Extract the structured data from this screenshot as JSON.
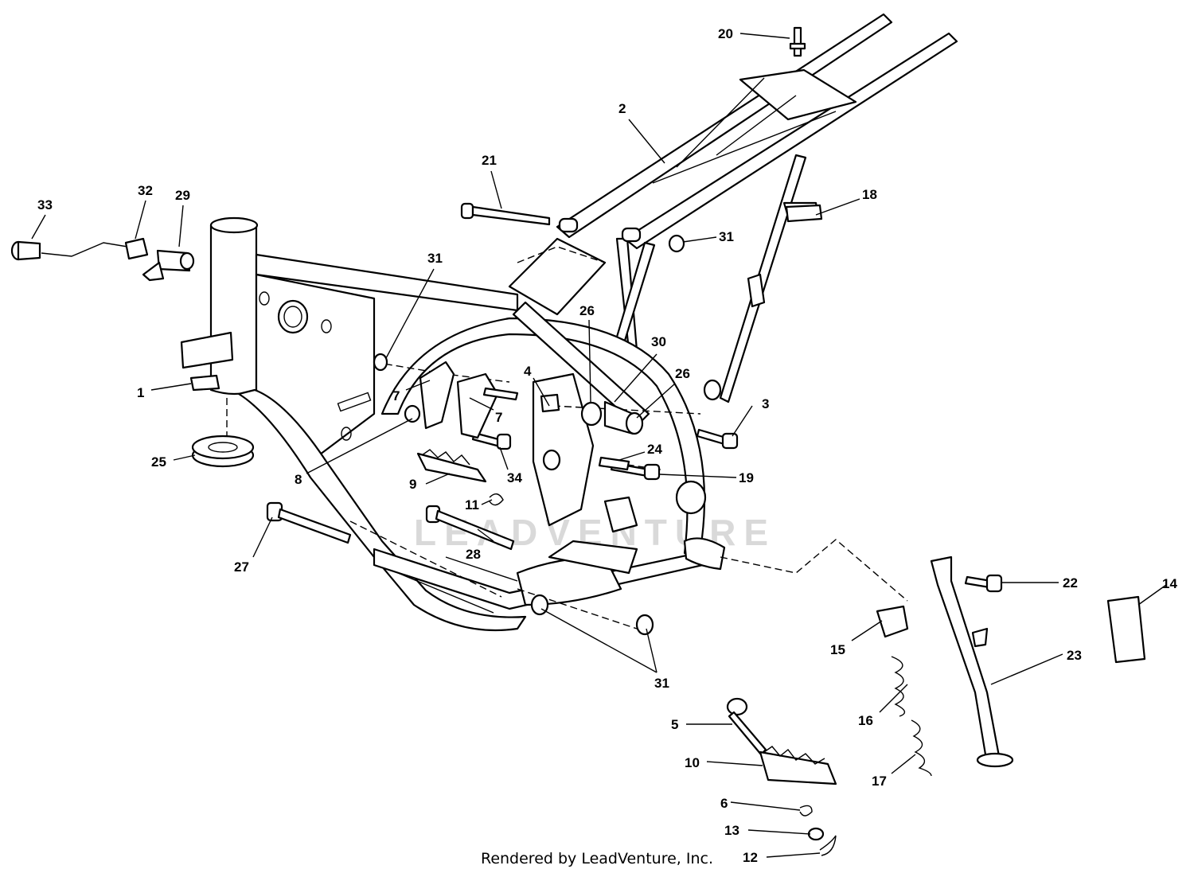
{
  "footer": "Rendered by LeadVenture, Inc.",
  "watermark": "LEADVENTURE",
  "callouts": [
    {
      "id": "20",
      "label": "20"
    },
    {
      "id": "2",
      "label": "2"
    },
    {
      "id": "21",
      "label": "21"
    },
    {
      "id": "18",
      "label": "18"
    },
    {
      "id": "33",
      "label": "33"
    },
    {
      "id": "32",
      "label": "32"
    },
    {
      "id": "29",
      "label": "29"
    },
    {
      "id": "31a",
      "label": "31"
    },
    {
      "id": "31b",
      "label": "31"
    },
    {
      "id": "26a",
      "label": "26"
    },
    {
      "id": "30",
      "label": "30"
    },
    {
      "id": "26b",
      "label": "26"
    },
    {
      "id": "4",
      "label": "4"
    },
    {
      "id": "1",
      "label": "1"
    },
    {
      "id": "7a",
      "label": "7"
    },
    {
      "id": "7b",
      "label": "7"
    },
    {
      "id": "3",
      "label": "3"
    },
    {
      "id": "24",
      "label": "24"
    },
    {
      "id": "8",
      "label": "8"
    },
    {
      "id": "25",
      "label": "25"
    },
    {
      "id": "34",
      "label": "34"
    },
    {
      "id": "19",
      "label": "19"
    },
    {
      "id": "9",
      "label": "9"
    },
    {
      "id": "11",
      "label": "11"
    },
    {
      "id": "28",
      "label": "28"
    },
    {
      "id": "27",
      "label": "27"
    },
    {
      "id": "22",
      "label": "22"
    },
    {
      "id": "14",
      "label": "14"
    },
    {
      "id": "15",
      "label": "15"
    },
    {
      "id": "23",
      "label": "23"
    },
    {
      "id": "31c",
      "label": "31"
    },
    {
      "id": "16",
      "label": "16"
    },
    {
      "id": "5",
      "label": "5"
    },
    {
      "id": "17",
      "label": "17"
    },
    {
      "id": "10",
      "label": "10"
    },
    {
      "id": "6",
      "label": "6"
    },
    {
      "id": "13",
      "label": "13"
    },
    {
      "id": "12",
      "label": "12"
    }
  ]
}
